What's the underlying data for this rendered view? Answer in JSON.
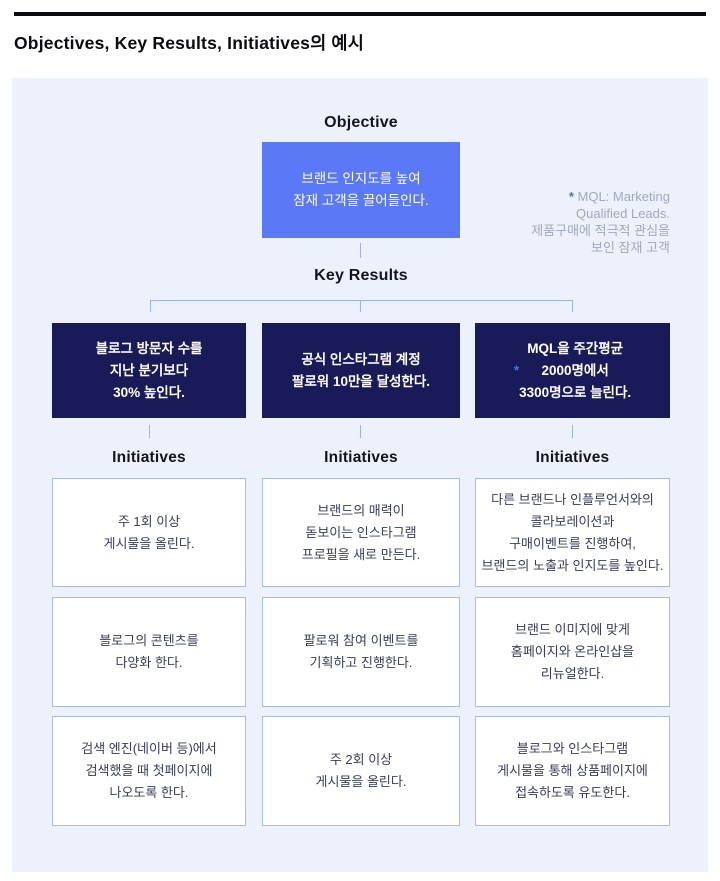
{
  "page": {
    "title": "Objectives, Key Results, Initiatives의 예시"
  },
  "diagram": {
    "objective": {
      "heading": "Objective",
      "box_lines": [
        "브랜드 인지도를 높여",
        "잠재 고객을 끌어들인다."
      ]
    },
    "mql_note": {
      "star": "*",
      "lines": [
        "MQL: Marketing",
        "Qualified Leads.",
        "제품구매에 적극적 관심을",
        "보인 잠재 고객"
      ]
    },
    "key_results": {
      "heading": "Key Results",
      "box1_lines": [
        "블로그 방문자 수를",
        "지난 분기보다",
        "30% 높인다."
      ],
      "box2_lines": [
        "공식 인스타그램 계정",
        "팔로워 10만을 달성한다."
      ],
      "box3_star": "*",
      "box3_lines": [
        "MQL을 주간평균",
        "2000명에서",
        "3300명으로 늘린다."
      ]
    },
    "initiatives": {
      "heading": "Initiatives",
      "col1": {
        "box1": [
          "주 1회 이상",
          "게시물을 올린다."
        ],
        "box2": [
          "블로그의 콘텐츠를",
          "다양화 한다."
        ],
        "box3": [
          "검색 엔진(네이버 등)에서",
          "검색했을 때 첫페이지에",
          "나오도록 한다."
        ]
      },
      "col2": {
        "box1": [
          "브랜드의 매력이",
          "돋보이는 인스타그램",
          "프로필을 새로 만든다."
        ],
        "box2": [
          "팔로워 참여 이벤트를",
          "기획하고 진행한다."
        ],
        "box3": [
          "주 2회 이상",
          "게시물을 올린다."
        ]
      },
      "col3": {
        "box1": [
          "다른 브랜드나 인플루언서와의",
          "콜라보레이션과",
          "구매이벤트를 진행하여,",
          "브랜드의 노출과 인지도를 높인다."
        ],
        "box2": [
          "브랜드 이미지에 맞게",
          "홈페이지와 온라인샵을",
          "리뉴얼한다."
        ],
        "box3": [
          "블로그와 인스타그램",
          "게시물을 통해 상품페이지에",
          "접속하도록 유도한다."
        ]
      }
    },
    "colors": {
      "panel_bg": "#edf1fc",
      "objective_box_bg": "#5b78f6",
      "key_result_box_bg": "#191b58",
      "accent_blue": "#4a6af5",
      "connector_line": "#9fb1e8",
      "initiative_box_border": "#a9bbea",
      "note_gray": "#a2a8bd"
    }
  }
}
